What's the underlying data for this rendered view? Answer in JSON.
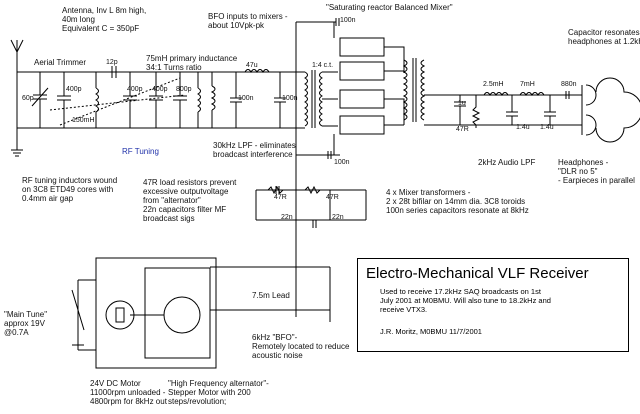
{
  "labels": {
    "antenna": "Antenna, Inv L 8m high,\n40m long\nEquivalent C = 350pF",
    "aerial_trimmer": "Aerial Trimmer",
    "rf_tuning": "RF Tuning",
    "rf_inductors": "RF tuning inductors wound\non 3C8 ETD49 cores with\n0.4mm air gap",
    "bfo_inputs": "BFO inputs to mixers -\nabout 10Vpk-pk",
    "mixer_title": "\"Saturating reactor Balanced Mixer\"",
    "primary_inductance": "75mH primary inductance\n34:1 Turns ratio",
    "lpf_30k": "30kHz LPF - eliminates\nbroadcast interference",
    "load_resistors": "47R load resistors prevent\nexcessive outputvoltage\nfrom \"alternator\"\n22n capacitors filter MF\nbroadcast sigs",
    "mixer_transformers": "4 x Mixer transformers -\n2 x 28t bifilar on 14mm dia. 3C8 toroids\n100n series capacitors resonate at 8kHz",
    "cap_resonates": "Capacitor resonates\nheadphones at 1.2kHz",
    "audio_lpf": "2kHz Audio LPF",
    "headphones": "Headphones -\n\"DLR no 5\"\n- Earpieces in parallel",
    "main_tune": "\"Main Tune\"\napprox 19V\n@0.7A",
    "lead": "7.5m Lead",
    "bfo_6k": "6kHz \"BFO\"-\nRemotely located to reduce\nacoustic noise",
    "dc_motor": "24V DC Motor\n11000rpm unloaded -\n4800rpm for 8kHz out",
    "hf_alternator": "\"High Frequency alternator\"-\nStepper Motor with 200\nsteps/revolution;"
  },
  "components": {
    "c_12p": "12p",
    "c_60p": "60p",
    "c_400p_a": "400p",
    "l_150mh": "150mH",
    "c_400p_b": "400p",
    "c_400p_c": "400p",
    "c_800p": "800p",
    "l_47u": "47u",
    "c_100n_a": "100n",
    "c_100n_b": "100n",
    "ratio": "1:4 c.t.",
    "c_100n_top": "100n",
    "c_100n_bot": "100n",
    "c_1u_a": "1u",
    "r_47r": "47R",
    "l_25mh": "2.5mH",
    "l_7mh": "7mH",
    "c_1_4u_a": "1.4u",
    "c_1_4u_b": "1.4u",
    "c_880n": "880n",
    "r_47r_a": "47R",
    "r_47r_b": "47R",
    "c_22n_a": "22n",
    "c_22n_b": "22n"
  },
  "title_block": {
    "title": "Electro-Mechanical VLF Receiver",
    "description": "Used to receive 17.2kHz SAQ broadcasts on 1st\nJuly 2001 at M0BMU. Will also tune to 18.2kHz and\nreceive VTX3.",
    "author": "J.R. Moritz, M0BMU 11/7/2001"
  }
}
